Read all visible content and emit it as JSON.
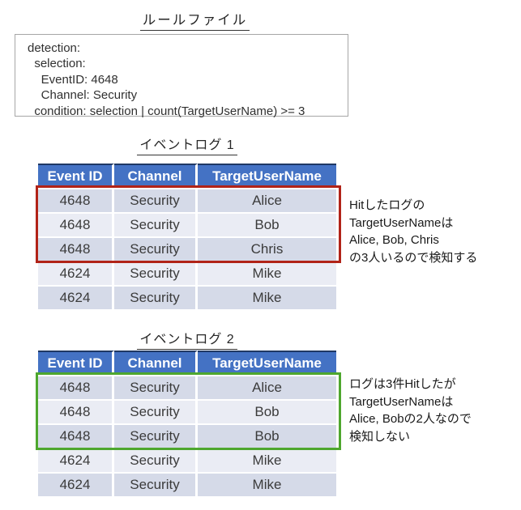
{
  "rule_file": {
    "title": "ルールファイル",
    "code": "detection:\n  selection:\n    EventID: 4648\n    Channel: Security\n  condition: selection | count(TargetUserName) >= 3"
  },
  "colors": {
    "table_header_blue": "#4472C4",
    "table_header_top_border": "#1F3864",
    "row_band_dark": "#D5DAE8",
    "row_band_light": "#EAECF4",
    "hit_box_detected_red": "#B12318",
    "hit_box_not_detected_green": "#4EA72E",
    "rule_box_border_gray": "#A6A6A6"
  },
  "log1": {
    "title": "イベントログ 1",
    "headers": [
      "Event ID",
      "Channel",
      "TargetUserName"
    ],
    "rows": [
      [
        "4648",
        "Security",
        "Alice"
      ],
      [
        "4648",
        "Security",
        "Bob"
      ],
      [
        "4648",
        "Security",
        "Chris"
      ],
      [
        "4624",
        "Security",
        "Mike"
      ],
      [
        "4624",
        "Security",
        "Mike"
      ]
    ],
    "highlighted_rows": [
      1,
      2,
      3
    ],
    "annotation": "Hitしたログの\nTargetUserNameは\nAlice, Bob, Chris\nの3人いるので検知する"
  },
  "log2": {
    "title": "イベントログ 2",
    "headers": [
      "Event ID",
      "Channel",
      "TargetUserName"
    ],
    "rows": [
      [
        "4648",
        "Security",
        "Alice"
      ],
      [
        "4648",
        "Security",
        "Bob"
      ],
      [
        "4648",
        "Security",
        "Bob"
      ],
      [
        "4624",
        "Security",
        "Mike"
      ],
      [
        "4624",
        "Security",
        "Mike"
      ]
    ],
    "highlighted_rows": [
      1,
      2,
      3
    ],
    "annotation": "ログは3件Hitしたが\nTargetUserNameは\nAlice, Bobの2人なので\n検知しない"
  }
}
